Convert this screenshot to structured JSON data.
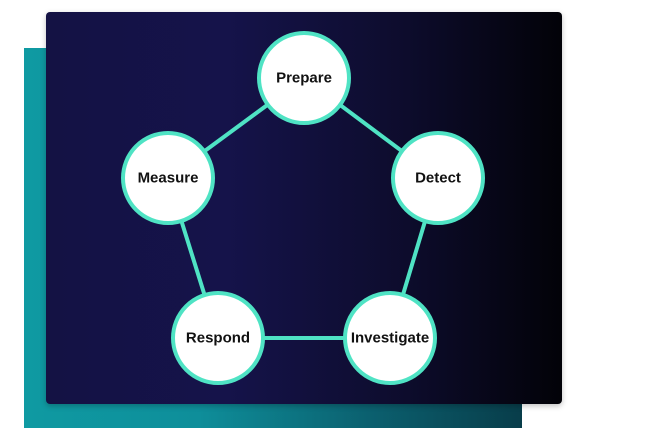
{
  "diagram": {
    "type": "cycle",
    "colors": {
      "panel_background": "#141244",
      "backdrop": "#0f9aa2",
      "connector": "#4fe3c4",
      "node_fill": "#ffffff",
      "label_text": "#111111"
    },
    "steps": [
      {
        "label": "Prepare"
      },
      {
        "label": "Detect"
      },
      {
        "label": "Investigate"
      },
      {
        "label": "Respond"
      },
      {
        "label": "Measure"
      }
    ]
  }
}
